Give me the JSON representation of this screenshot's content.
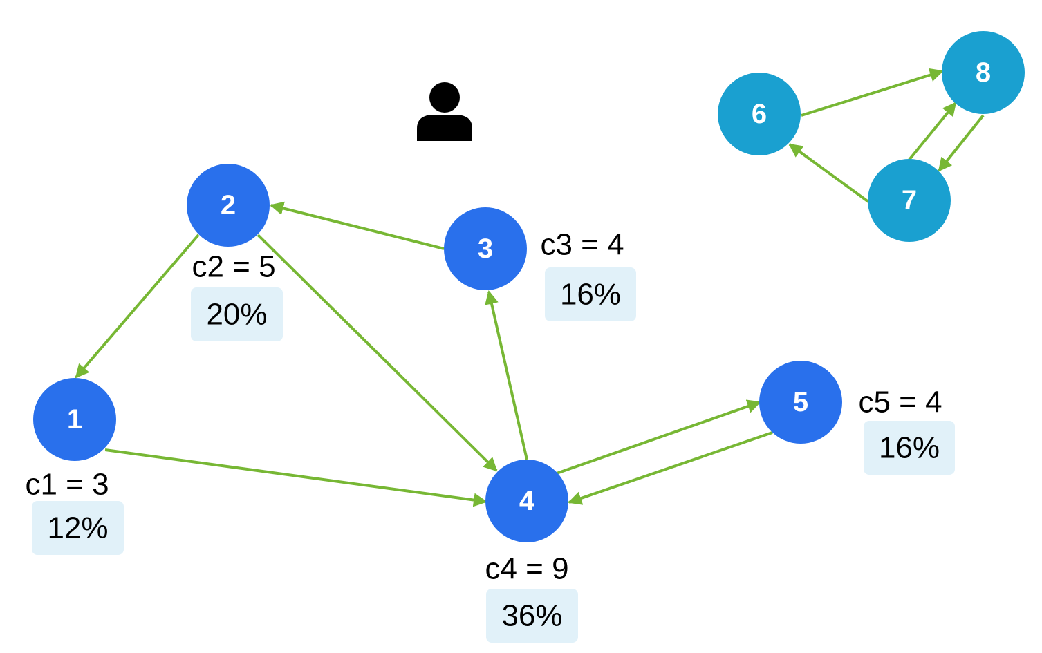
{
  "colors": {
    "main_node": "#2970ec",
    "alt_node": "#1aa0d0",
    "edge": "#77b734",
    "percent_box": "#e1f1f9",
    "user_icon": "#000000"
  },
  "icons": {
    "user": "user-icon"
  },
  "nodes": [
    {
      "id": "1",
      "label": "1",
      "group": "main",
      "count_label": "c1 = 3",
      "percent": "12%"
    },
    {
      "id": "2",
      "label": "2",
      "group": "main",
      "count_label": "c2 = 5",
      "percent": "20%"
    },
    {
      "id": "3",
      "label": "3",
      "group": "main",
      "count_label": "c3 = 4",
      "percent": "16%"
    },
    {
      "id": "4",
      "label": "4",
      "group": "main",
      "count_label": "c4 = 9",
      "percent": "36%"
    },
    {
      "id": "5",
      "label": "5",
      "group": "main",
      "count_label": "c5 = 4",
      "percent": "16%"
    },
    {
      "id": "6",
      "label": "6",
      "group": "alt"
    },
    {
      "id": "7",
      "label": "7",
      "group": "alt"
    },
    {
      "id": "8",
      "label": "8",
      "group": "alt"
    }
  ],
  "edges": [
    {
      "from": "2",
      "to": "1"
    },
    {
      "from": "2",
      "to": "4"
    },
    {
      "from": "3",
      "to": "2"
    },
    {
      "from": "4",
      "to": "3"
    },
    {
      "from": "1",
      "to": "4"
    },
    {
      "from": "4",
      "to": "5"
    },
    {
      "from": "5",
      "to": "4"
    },
    {
      "from": "6",
      "to": "8"
    },
    {
      "from": "7",
      "to": "8"
    },
    {
      "from": "8",
      "to": "7"
    },
    {
      "from": "7",
      "to": "6"
    }
  ]
}
